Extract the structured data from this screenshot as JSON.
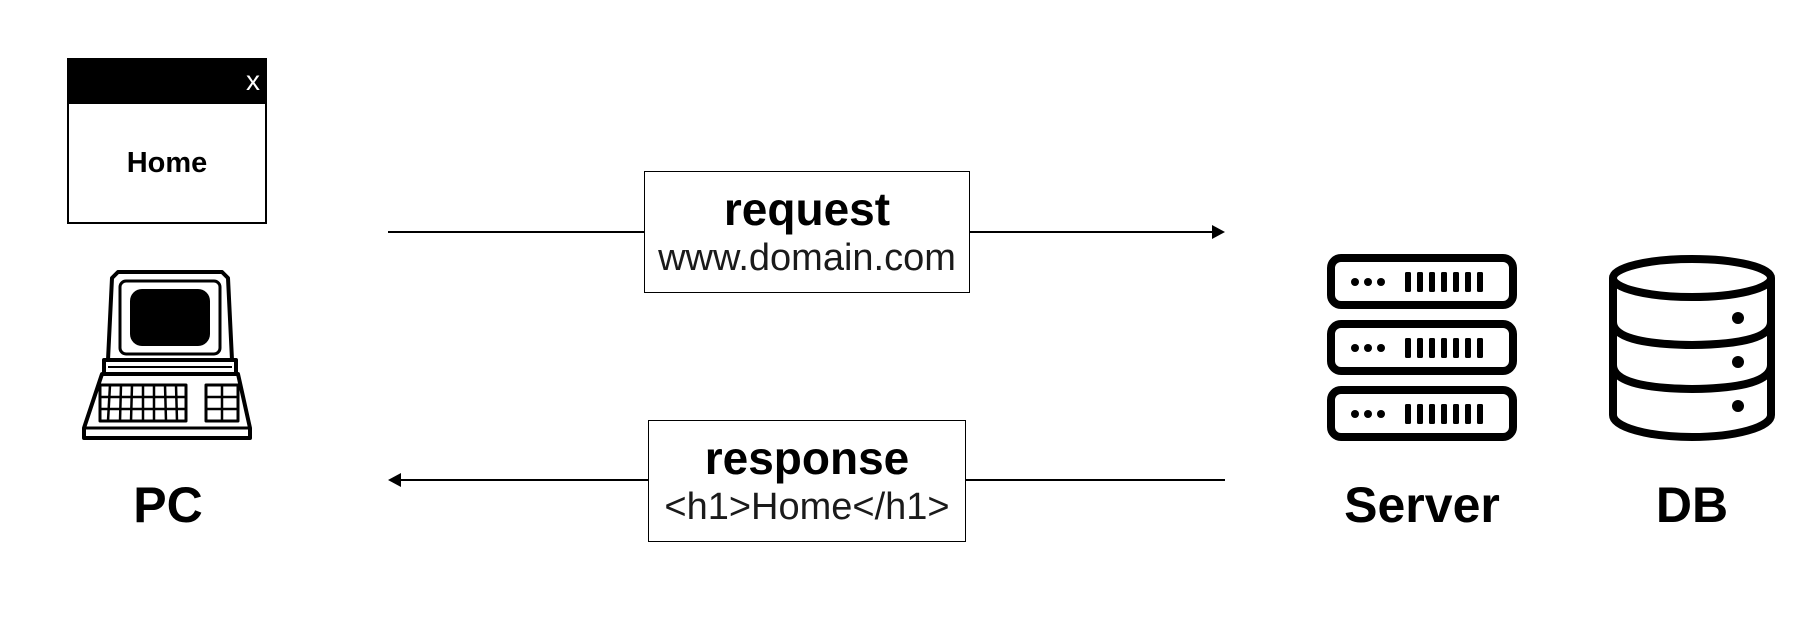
{
  "browser_window": {
    "close_glyph": "x",
    "content": "Home"
  },
  "pc": {
    "label": "PC"
  },
  "server": {
    "label": "Server"
  },
  "db": {
    "label": "DB"
  },
  "request": {
    "title": "request",
    "detail": "www.domain.com"
  },
  "response": {
    "title": "response",
    "detail": "<h1>Home</h1>"
  },
  "icons": {
    "computer": "computer-terminal-icon",
    "server": "server-rack-icon",
    "database": "database-icon"
  }
}
